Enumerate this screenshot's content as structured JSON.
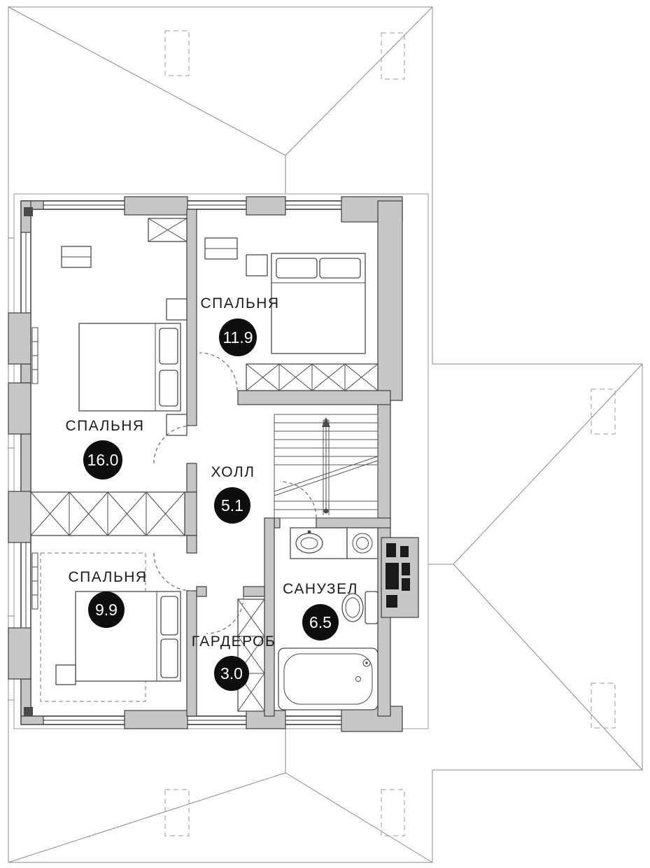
{
  "plan": {
    "rooms": [
      {
        "name": "СПАЛЬНЯ",
        "area": "11.9"
      },
      {
        "name": "СПАЛЬНЯ",
        "area": "16.0"
      },
      {
        "name": "ХОЛЛ",
        "area": "5.1"
      },
      {
        "name": "СПАЛЬНЯ",
        "area": "9.9"
      },
      {
        "name": "САНУЗЕЛ",
        "area": "6.5"
      },
      {
        "name": "ГАРДЕРОБ",
        "area": "3.0"
      }
    ],
    "colors": {
      "wall_fill": "#c6c6c6",
      "wall_stroke": "#3d3d3d",
      "roof_line": "#8a8a8a",
      "badge_bg": "#0e0e0e",
      "badge_text": "#ffffff",
      "label_text": "#1c1c1c"
    }
  }
}
